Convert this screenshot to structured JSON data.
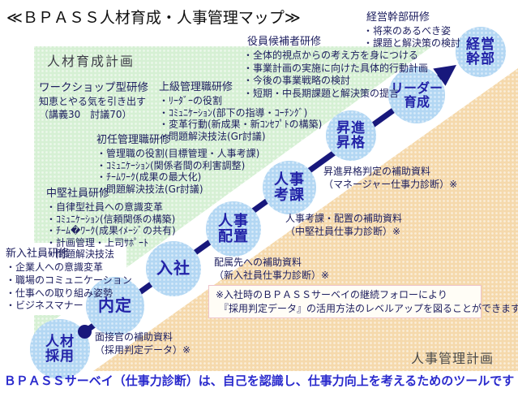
{
  "title": "≪ＢＰＡＳＳ人材育成・人事管理マップ≫",
  "region_labels": {
    "development": "人材育成計画",
    "management": "人事管理計画"
  },
  "palette": {
    "development_bg": "#d6f0d4",
    "management_bg": "#f5d9ac",
    "stage_circle_fill": "#b3d7f3",
    "stage_text": "#2323a8",
    "arrow": "#18187c",
    "body_text": "#1f2060",
    "footer_text": "#2a2acd",
    "note_box_border": "#eec3cb"
  },
  "training_blocks": {
    "workshop": {
      "title": "ワークショップ型研修",
      "lines": [
        "知恵とやる気を引き出す",
        "（講義30　討議70）"
      ]
    },
    "senior_manager": {
      "title": "上級管理職研修",
      "lines": [
        "・ﾘｰﾀﾞｰの役割",
        "・ｺﾐｭﾆｹｰｼｮﾝ(部下の指導・ｺｰﾁﾝｸﾞ)",
        "・変革行動(新成果・新ｺﾝｾﾌﾟﾄの構築)",
        "・問題解決技法(Gr討議)"
      ]
    },
    "first_manager": {
      "title": "初任管理職研修",
      "lines": [
        "・管理職の役割(目標管理・人事考課)",
        "・ｺﾐｭﾆｹｰｼｮﾝ(関係者間の利害調整)",
        "・ﾁｰﾑﾜｰｸ(成果の最大化)",
        "・問題解決技法(Gr討議)"
      ]
    },
    "mid_employee": {
      "title": "中堅社員研修",
      "lines": [
        "・自律型社員への意識変革",
        "・ｺﾐｭﾆｹｰｼｮﾝ(信頼関係の構築)",
        "・ﾁｰﾑ�ﾜｰｸ(成果ｲﾒｰｼﾞの共有)",
        "・計画管理・上司ｻﾎﾟｰﾄ",
        "・問題解決技法"
      ]
    },
    "new_employee": {
      "title": "新入社員研修",
      "lines": [
        "・企業人への意識変革",
        "・職場のコミュニケーション",
        "・仕事への取り組み姿勢",
        "・ビジネスマナー"
      ]
    },
    "executive_candidate": {
      "title": "役員候補者研修",
      "lines": [
        "・全体的視点からの考え方を身につける",
        "・事業計画の実施に向けた具体的行動計画",
        "・今後の事業戦略の検討",
        "・短期・中長期課題と解決策の提言"
      ]
    },
    "executive": {
      "title": "経営幹部研修",
      "lines": [
        "・将来のあるべき姿",
        "・課題と解決策の検討"
      ]
    }
  },
  "stages": [
    {
      "name": "recruitment",
      "lines": [
        "人材",
        "採用"
      ]
    },
    {
      "name": "job-offer",
      "lines": [
        "内定"
      ]
    },
    {
      "name": "joining",
      "lines": [
        "入社"
      ]
    },
    {
      "name": "placement",
      "lines": [
        "人事",
        "配置"
      ]
    },
    {
      "name": "appraisal",
      "lines": [
        "人事",
        "考課"
      ]
    },
    {
      "name": "promotion",
      "lines": [
        "昇進",
        "昇格"
      ]
    },
    {
      "name": "leader-development",
      "lines": [
        "リーダー",
        "育成"
      ]
    },
    {
      "name": "executive",
      "lines": [
        "経営",
        "幹部"
      ]
    }
  ],
  "support_notes": {
    "promotion": {
      "lines": [
        "昇進昇格判定の補助資料",
        "（マネージャー仕事力診断）※"
      ]
    },
    "appraisal": {
      "lines": [
        "人事考課・配置の補助資料",
        "（中堅社員仕事力診断）※"
      ]
    },
    "placement": {
      "lines": [
        "配属先への補助資料",
        "（新入社員仕事力診断）※"
      ]
    },
    "interviewer": {
      "lines": [
        "面接官の補助資料",
        "（採用判定データ）※"
      ]
    }
  },
  "note_box": {
    "lines": [
      "※入社時のＢＰＡＳＳサーベイの継続フォローにより",
      "『採用判定データ』の活用方法のレベルアップを図ることができます"
    ]
  },
  "footer": "ＢＰＡＳＳサーベイ（仕事力診断）は、自己を認識し、仕事力向上を考えるためのツールです"
}
